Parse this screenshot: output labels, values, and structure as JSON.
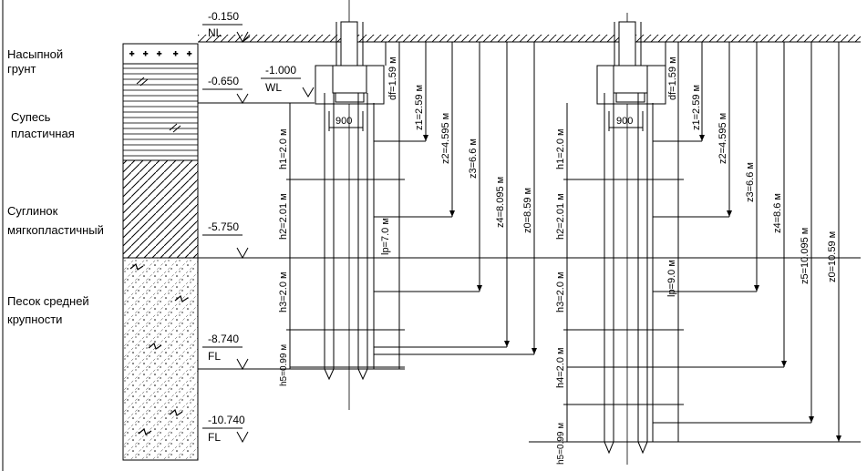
{
  "soil_layers": [
    {
      "line1": "Насыпной",
      "line2": "грунт"
    },
    {
      "line1": "Супесь",
      "line2": "пластичная"
    },
    {
      "line1": "Суглинок",
      "line2": "мягкопластичный"
    },
    {
      "line1": "Песок средней",
      "line2": "крупности"
    }
  ],
  "levels": {
    "nl_value": "-0.150",
    "nl_tag": "NL",
    "base_value": "-0.650",
    "wl_value": "-1.000",
    "wl_tag": "WL",
    "layer3_value": "-5.750",
    "fl1_value": "-8.740",
    "fl1_tag": "FL",
    "fl2_value": "-10.740",
    "fl2_tag": "FL"
  },
  "pile1": {
    "width": "900",
    "df": "df=1.59 м",
    "z1": "z1=2.59 м",
    "z2": "z2=4.595 м",
    "z3": "z3=6.6 м",
    "z4": "z4=8.095 м",
    "z0": "z0=8.59 м",
    "h1": "h1=2.0 м",
    "h2": "h2=2.01 м",
    "h3": "h3=2.0 м",
    "h5": "h5=0.99 м",
    "lp": "lp=7.0 м"
  },
  "pile2": {
    "width": "900",
    "df": "df=1.59 м",
    "z1": "z1=2.59 м",
    "z2": "z2=4.595 м",
    "z3": "z3=6.6 м",
    "z4": "z4=8.6 м",
    "z5": "z5=10.095 м",
    "z0": "z0=10.59 м",
    "h1": "h1=2.0 м",
    "h2": "h2=2.01 м",
    "h3": "h3=2.0 м",
    "h4": "h4=2.0 м",
    "h5": "h5=0.99 м",
    "lp": "lp=9.0 м"
  }
}
